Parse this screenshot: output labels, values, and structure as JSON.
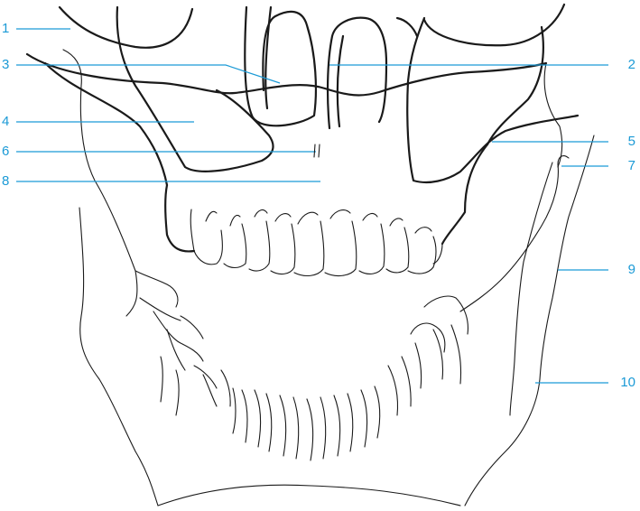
{
  "colors": {
    "label": "#1b9ad6",
    "line_art": "#1a1a1a",
    "background": "#ffffff"
  },
  "labels": [
    {
      "number": "1"
    },
    {
      "number": "2"
    },
    {
      "number": "3"
    },
    {
      "number": "4"
    },
    {
      "number": "5"
    },
    {
      "number": "6"
    },
    {
      "number": "7"
    },
    {
      "number": "8"
    },
    {
      "number": "9"
    },
    {
      "number": "10"
    }
  ]
}
